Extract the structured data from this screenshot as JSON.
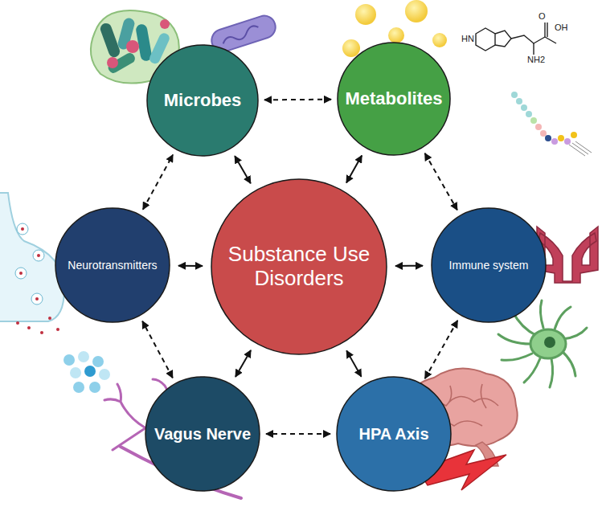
{
  "diagram": {
    "nodes": [
      {
        "text": [
          "Microbes"
        ]
      },
      {
        "text": [
          "Metabolites"
        ]
      },
      {
        "text": [
          "Neurotransmitters"
        ]
      },
      {
        "text": [
          "Substance Use Disorders"
        ]
      },
      {
        "text": [
          "Immune system"
        ]
      },
      {
        "text": [
          "Vagus Nerve"
        ]
      },
      {
        "text": [
          "HPA Axis"
        ]
      }
    ],
    "edges": [
      {
        "from": 0,
        "to": 1,
        "arrow": "both"
      },
      {
        "from": 1,
        "to": 4,
        "arrow": "both"
      },
      {
        "from": 4,
        "to": 6,
        "arrow": "both"
      },
      {
        "from": 6,
        "to": 5,
        "arrow": "both"
      },
      {
        "from": 5,
        "to": 2,
        "arrow": "both"
      },
      {
        "from": 2,
        "to": 0,
        "arrow": "both"
      },
      {
        "from": 3,
        "to": 0,
        "arrow": "both"
      },
      {
        "from": 3,
        "to": 1,
        "arrow": "both"
      },
      {
        "from": 3,
        "to": 2,
        "arrow": "both"
      },
      {
        "from": 3,
        "to": 4,
        "arrow": "both"
      },
      {
        "from": 3,
        "to": 5,
        "arrow": "both"
      },
      {
        "from": 3,
        "to": 6,
        "arrow": "both"
      }
    ],
    "labels": [
      "O",
      "OH",
      "HN",
      "NH2"
    ]
  }
}
